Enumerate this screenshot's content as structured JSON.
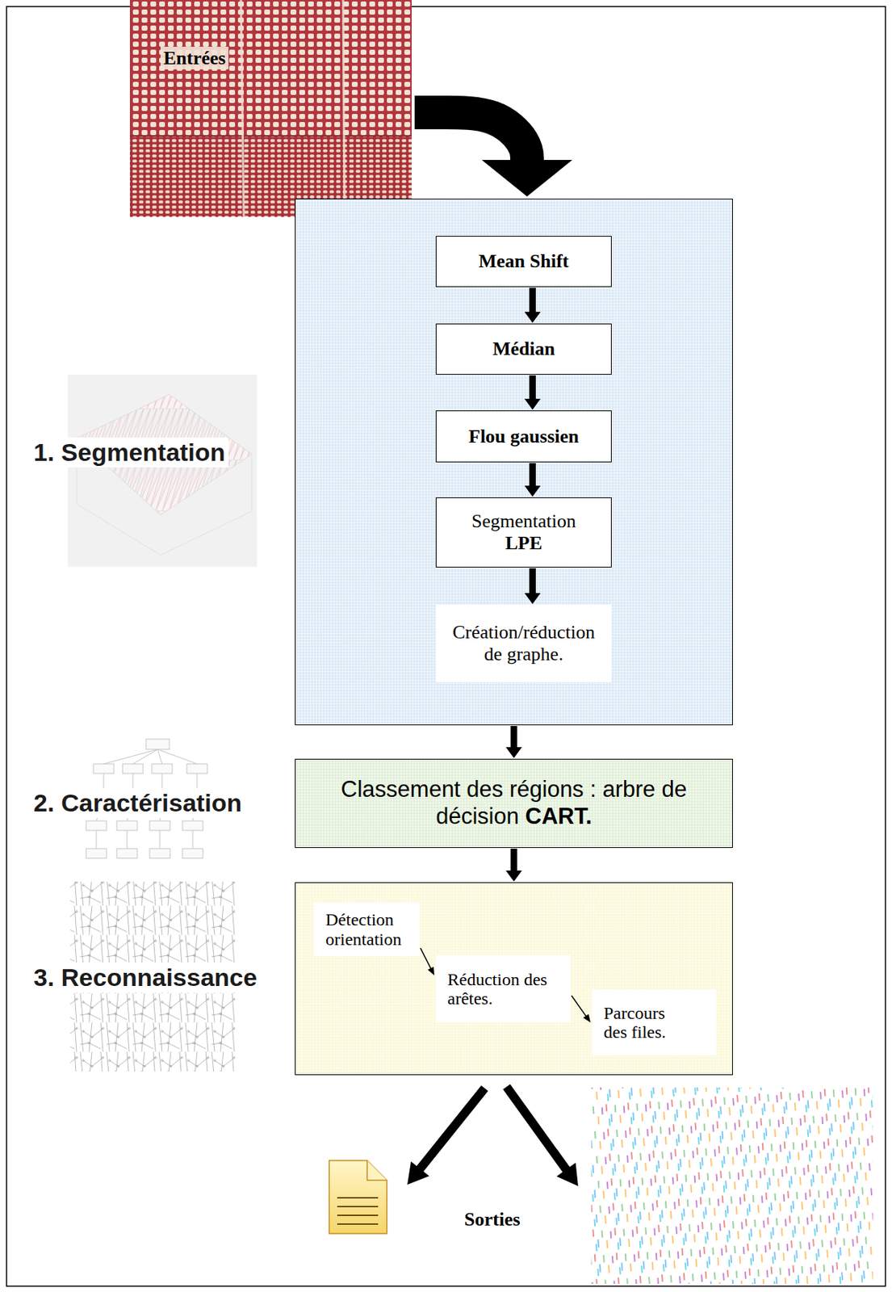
{
  "diagram": {
    "nodes": [
      {
        "text": [
          "Entrées"
        ]
      },
      {
        "text": [
          "1. Segmentation"
        ]
      },
      {
        "text": [
          "Mean Shift"
        ],
        "in": 1
      },
      {
        "text": [
          "Médian"
        ],
        "in": 1
      },
      {
        "text": [
          "Flou gaussien"
        ],
        "in": 1
      },
      {
        "text": [
          "Segmentation LPE"
        ],
        "in": 1
      },
      {
        "text": [
          "Création/réduction de graphe."
        ],
        "in": 1
      },
      {
        "text": [
          "2. Caractérisation",
          "Classement des régions : arbre de décision CART."
        ]
      },
      {
        "text": [
          "3. Reconnaissance"
        ]
      },
      {
        "text": [
          "Détection orientation"
        ],
        "in": 8
      },
      {
        "text": [
          "Réduction des arêtes."
        ],
        "in": 8
      },
      {
        "text": [
          "Parcours des files."
        ],
        "in": 8
      }
    ],
    "edges": [
      {
        "from": 0,
        "to": 1,
        "arrow": "to"
      },
      {
        "from": 2,
        "to": 3,
        "arrow": "to"
      },
      {
        "from": 3,
        "to": 4,
        "arrow": "to"
      },
      {
        "from": 4,
        "to": 5,
        "arrow": "to"
      },
      {
        "from": 5,
        "to": 6,
        "arrow": "to"
      },
      {
        "from": 1,
        "to": 7,
        "arrow": "to"
      },
      {
        "from": 7,
        "to": 8,
        "arrow": "to"
      },
      {
        "from": 9,
        "to": 10,
        "arrow": "to"
      },
      {
        "from": 10,
        "to": 11,
        "arrow": "to"
      }
    ],
    "labels": [
      "Sorties"
    ]
  }
}
